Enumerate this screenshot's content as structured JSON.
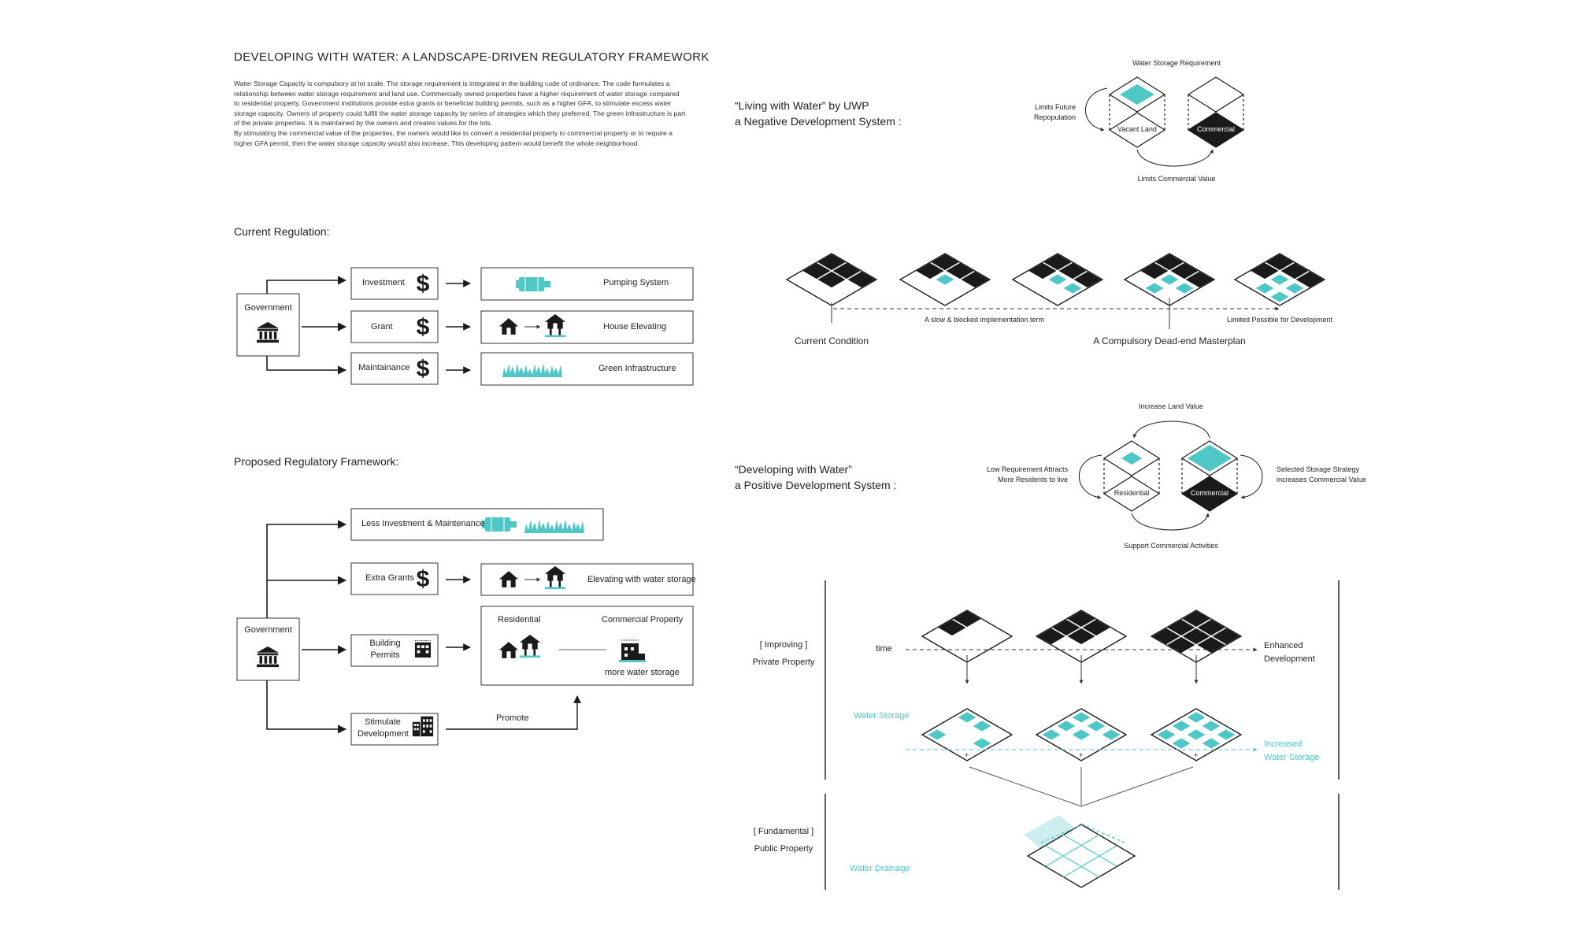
{
  "title": "DEVELOPING WITH WATER: A LANDSCAPE-DRIVEN REGULATORY FRAMEWORK",
  "intro": [
    "Water Storage Capacity is compulsory at lot scale. The storage requirement is integrated in the building code of ordinance. The code formulates a relationship between water storage requirement and land use. Commercially owned properties have a higher requirement of water storage compared to residential property. Government institutions provide extra grants or beneficial building permits, such as a higher GFA, to stimulate excess water storage capacity. Owners of property could fulfill the water storage capacity by series of strategies which they preferred. The green infrastructure is part of the private properties. It is maintained by the owners and creates values for the lots.",
    "By stimulating the commercial value of the properties, the owners would like to convert a residential property to commercial property or to require a higher GFA permit, then the water storage capacity would also increase. This developing pattern would benefit the whole neighborhood."
  ],
  "colors": {
    "accent": "#4fc7c7",
    "ink": "#1a1a1a",
    "line": "#333333"
  },
  "current": {
    "heading": "Current Regulation:",
    "government": "Government",
    "rows": [
      {
        "label": "Investment",
        "result": "Pumping System",
        "icon": "pump-icon"
      },
      {
        "label": "Grant",
        "result": "House Elevating",
        "icon": "house-elevating-icon"
      },
      {
        "label": "Maintainance",
        "result": "Green Infrastructure",
        "icon": "grass-icon"
      }
    ]
  },
  "proposed": {
    "heading": "Proposed Regulatory Framework:",
    "government": "Government",
    "less": "Less Investment & Maintenance",
    "extra_grants": "Extra Grants",
    "elevating": "Elevating with water storage",
    "permits": [
      "Building",
      "Permits"
    ],
    "residential": "Residential",
    "commercial_property": "Commercial Property",
    "more_storage": "more water storage",
    "stimulate": [
      "Stimulate",
      "Development"
    ],
    "promote": "Promote"
  },
  "negative": {
    "title": [
      "“Living with Water” by UWP",
      "a Negative Development System :"
    ],
    "water_req": "Water Storage Requirement",
    "limits_future": [
      "Limits Future",
      "Repopulation"
    ],
    "vacant": "Vacant Land",
    "commercial": "Commercial",
    "limits_value": "Limits Commercial Value",
    "slow_term": "A slow & blocked implementation term",
    "limited": "Limited Possible for Development",
    "current_condition": "Current Condition",
    "dead_end": "A Compulsory Dead-end Masterplan"
  },
  "positive": {
    "title": [
      "“Developing with Water”",
      "a Positive Development System :"
    ],
    "increase_land": "Increase Land Value",
    "low_req": [
      "Low Requirement Attracts",
      "More Residents to live"
    ],
    "selected": [
      "Selected Storage Strategy",
      "increases Commercial Value"
    ],
    "residential": "Residential",
    "commercial": "Commercial",
    "support": "Support Commercial Activities",
    "improving": "[ Improving ]",
    "private": "Private Property",
    "time": "time",
    "enhanced": [
      "Enhanced",
      "Development"
    ],
    "water_storage": "Water Storage",
    "increased": [
      "Increased",
      "Water Storage"
    ],
    "fundamental": "[ Fundamental ]",
    "public": "Public Property",
    "drainage": "Water Drainage",
    "plus": "+"
  }
}
